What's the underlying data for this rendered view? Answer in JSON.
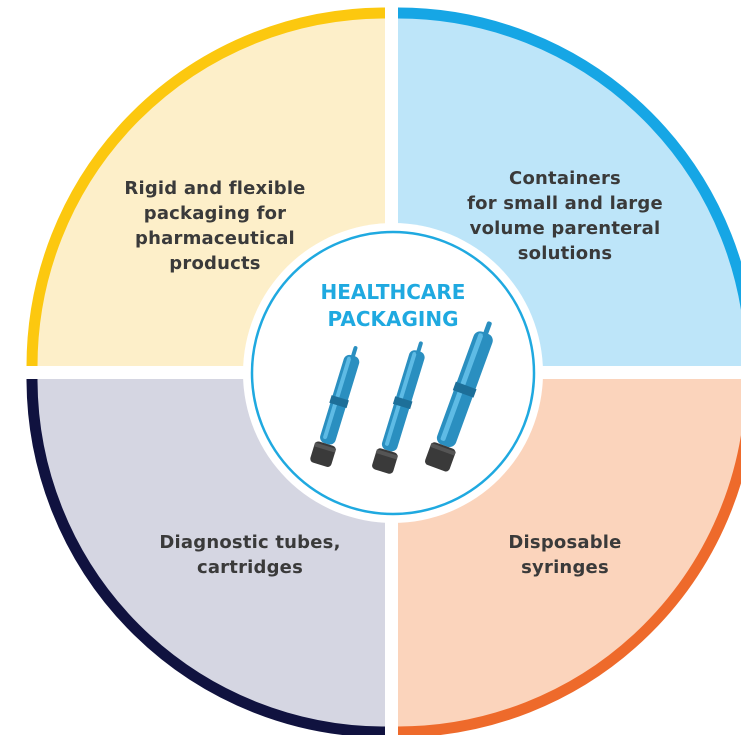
{
  "center": {
    "title_line1": "HEALTHCARE",
    "title_line2": "PACKAGING",
    "image": "insulin-pens-icon"
  },
  "quadrants": [
    {
      "id": "top-left",
      "lines": [
        "Rigid and flexible",
        "packaging for",
        "pharmaceutical",
        "products"
      ],
      "fill": "#fdefc9",
      "border": "#fcc80f"
    },
    {
      "id": "top-right",
      "lines": [
        "Containers",
        "for small and large",
        "volume parenteral",
        "solutions"
      ],
      "fill": "#bde5f9",
      "border": "#16a6e5"
    },
    {
      "id": "bottom-left",
      "lines": [
        "Diagnostic tubes,",
        "cartridges"
      ],
      "fill": "#d5d6e2",
      "border": "#10123f"
    },
    {
      "id": "bottom-right",
      "lines": [
        "Disposable",
        "syringes"
      ],
      "fill": "#fbd4bc",
      "border": "#ee6a2b"
    }
  ],
  "colors": {
    "center_ring": "#1fa9e0",
    "label_text": "#3a3a3a",
    "pen_body": "#2a8fc0",
    "pen_cap": "#3a3a3a"
  }
}
